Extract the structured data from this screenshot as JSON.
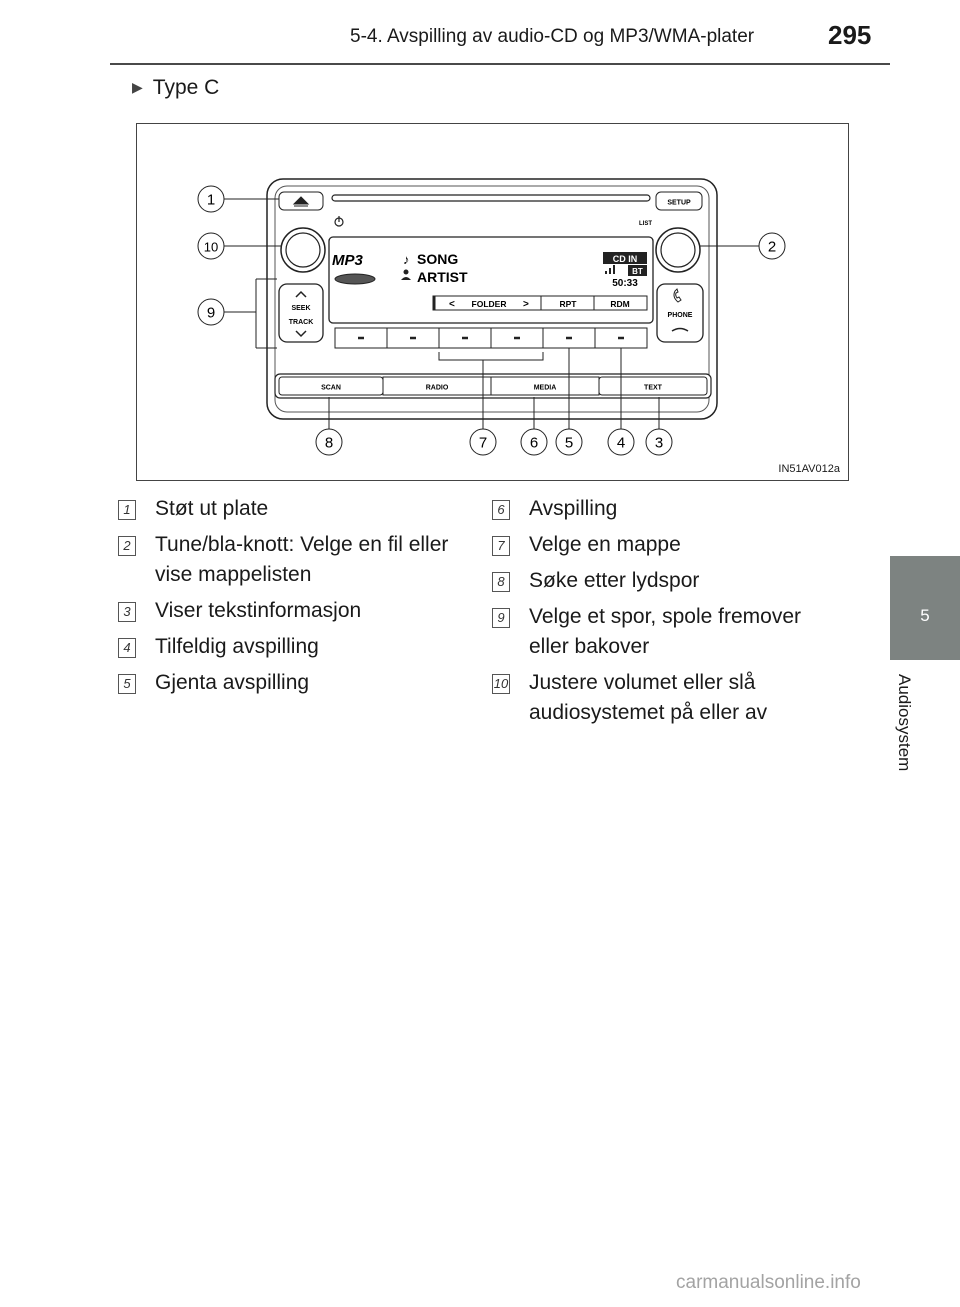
{
  "header": {
    "section": "5-4. Avspilling av audio-CD og MP3/WMA-plater",
    "page_number": "295"
  },
  "side_tab": {
    "chapter_number": "5",
    "chapter_title": "Audiosystem"
  },
  "type_line": "Type C",
  "figure": {
    "code": "IN51AV012a",
    "buttons": {
      "setup": "SETUP",
      "list": "LIST",
      "seek": "SEEK",
      "track": "TRACK",
      "phone": "PHONE",
      "scan": "SCAN",
      "radio": "RADIO",
      "media": "MEDIA",
      "text": "TEXT"
    },
    "display": {
      "mp3": "MP3",
      "song": "SONG",
      "artist": "ARTIST",
      "cd_in": "CD IN",
      "bt": "BT",
      "time": "50:33",
      "folder": "FOLDER",
      "rpt": "RPT",
      "rdm": "RDM"
    },
    "callouts": [
      "1",
      "2",
      "3",
      "4",
      "5",
      "6",
      "7",
      "8",
      "9",
      "10"
    ]
  },
  "legend_left": [
    {
      "num": "1",
      "text": "Støt ut plate"
    },
    {
      "num": "2",
      "text": "Tune/bla-knott: Velge en fil eller vise mappelisten"
    },
    {
      "num": "3",
      "text": "Viser tekstinformasjon"
    },
    {
      "num": "4",
      "text": "Tilfeldig avspilling"
    },
    {
      "num": "5",
      "text": "Gjenta avspilling"
    }
  ],
  "legend_right": [
    {
      "num": "6",
      "text": "Avspilling"
    },
    {
      "num": "7",
      "text": "Velge en mappe"
    },
    {
      "num": "8",
      "text": "Søke etter lydspor"
    },
    {
      "num": "9",
      "text": "Velge et spor, spole fremover eller bakover"
    },
    {
      "num": "10",
      "text": "Justere volumet eller slå audiosystemet på eller av"
    }
  ],
  "watermark": "carmanualsonline.info"
}
